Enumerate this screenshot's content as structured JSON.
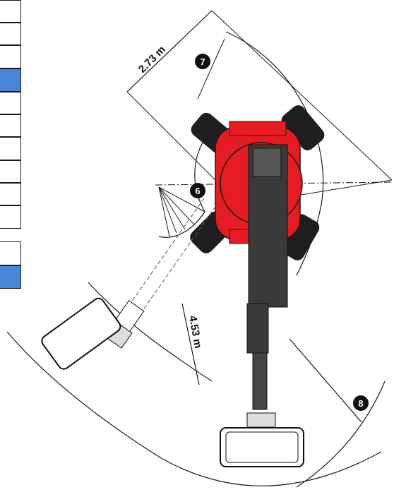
{
  "colors": {
    "machine_body": "#e51c23",
    "machine_dark": "#2b2b2b",
    "line": "#1a1a1a",
    "highlight": "#4a86d8",
    "background": "#ffffff"
  },
  "table": {
    "highlighted_rows": [
      3,
      11
    ]
  },
  "dimensions": {
    "front_clearance": "2.73 m",
    "reach_radius": "4.53 m"
  },
  "callouts": {
    "zone_6": "6",
    "zone_7": "7",
    "zone_8": "8"
  }
}
